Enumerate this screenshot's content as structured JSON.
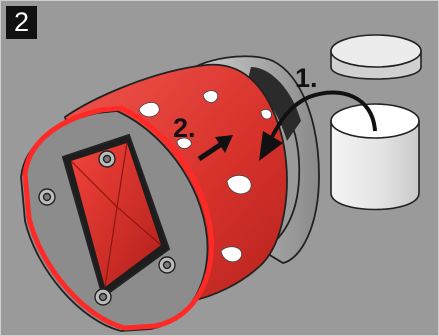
{
  "step_number": "2",
  "labels": {
    "step1": "1.",
    "step2": "2."
  },
  "colors": {
    "background": "#9a9a9a",
    "housing_red": "#e23b34",
    "flange_red": "#ff2a28",
    "metal_gray": "#8c8c8c",
    "paste_white": "#ffffff",
    "ink": "#111111"
  }
}
